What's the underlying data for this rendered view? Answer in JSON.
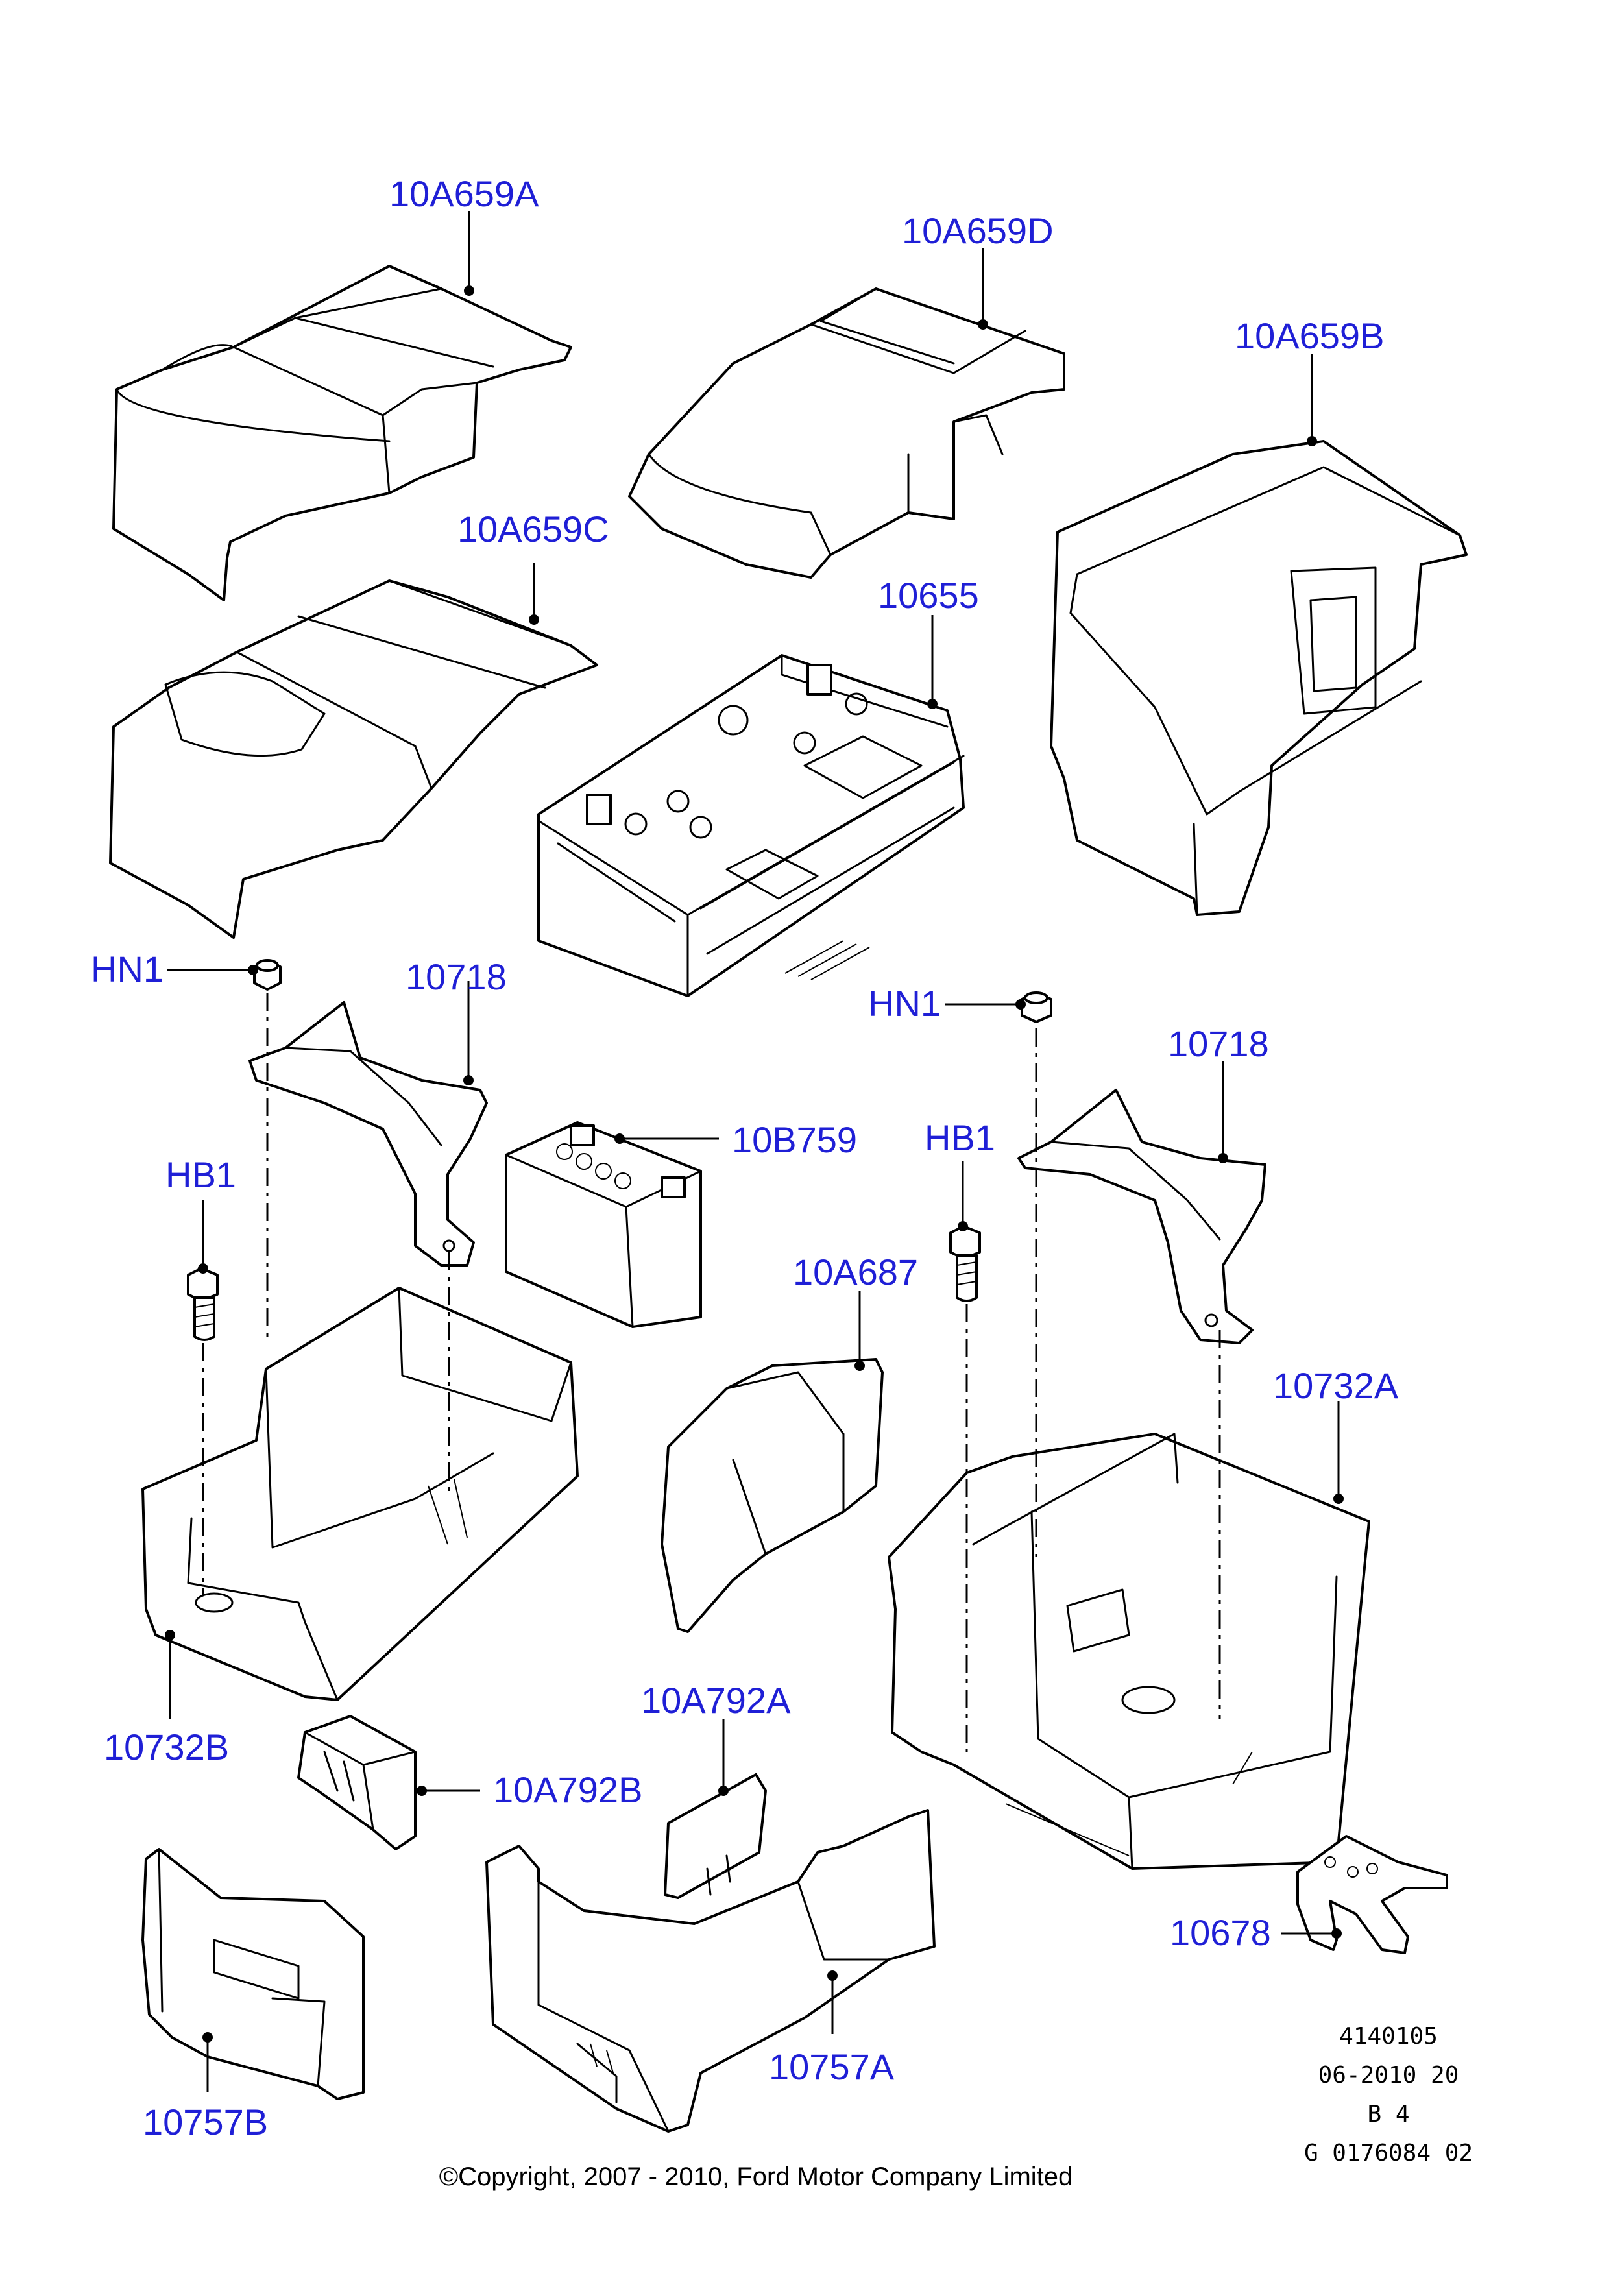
{
  "callouts": [
    {
      "id": "c1",
      "text": "10A659A"
    },
    {
      "id": "c2",
      "text": "10A659D"
    },
    {
      "id": "c3",
      "text": "10A659B"
    },
    {
      "id": "c4",
      "text": "10A659C"
    },
    {
      "id": "c5",
      "text": "10655"
    },
    {
      "id": "c6",
      "text": "HN1"
    },
    {
      "id": "c7",
      "text": "10718"
    },
    {
      "id": "c8",
      "text": "10B759"
    },
    {
      "id": "c9",
      "text": "HN1"
    },
    {
      "id": "c10",
      "text": "10718"
    },
    {
      "id": "c11",
      "text": "HB1"
    },
    {
      "id": "c12",
      "text": "HB1"
    },
    {
      "id": "c13",
      "text": "10A687"
    },
    {
      "id": "c14",
      "text": "10732A"
    },
    {
      "id": "c15",
      "text": "10732B"
    },
    {
      "id": "c16",
      "text": "10A792A"
    },
    {
      "id": "c17",
      "text": "10A792B"
    },
    {
      "id": "c18",
      "text": "10678"
    },
    {
      "id": "c19",
      "text": "10757A"
    },
    {
      "id": "c20",
      "text": "10757B"
    }
  ],
  "meta_block": [
    "4140105",
    "06-2010 20",
    "B 4",
    "G 0176084 02"
  ],
  "copyright": "©Copyright, 2007 - 2010, Ford Motor Company Limited",
  "colors": {
    "callout": "#1f1fd6",
    "line": "#000000",
    "background": "#ffffff"
  }
}
